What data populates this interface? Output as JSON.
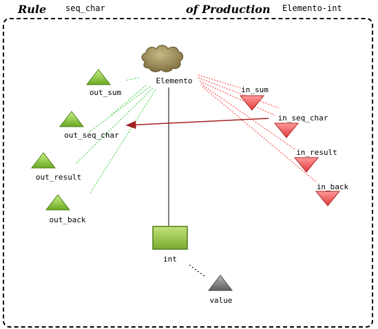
{
  "header": {
    "rule": "Rule",
    "rule_name": "seq_char",
    "of_production": "of Production",
    "production_name": "Elemento-int"
  },
  "diagram": {
    "center": {
      "label": "Elemento",
      "icon": "cloud-icon"
    },
    "outputs": [
      {
        "label": "out_sum"
      },
      {
        "label": "out_seq_char"
      },
      {
        "label": "out_result"
      },
      {
        "label": "out_back"
      }
    ],
    "inputs": [
      {
        "label": "in_sum"
      },
      {
        "label": "in_seq_char"
      },
      {
        "label": "in_result"
      },
      {
        "label": "in_back"
      }
    ],
    "int_node": {
      "label": "int"
    },
    "value_node": {
      "label": "value"
    }
  },
  "colors": {
    "out_triangle": "#8cc63f",
    "in_triangle": "#f05a5a",
    "value_triangle": "#7a7a7a",
    "int_box": "#9cc94b",
    "cloud": "#8a7a48",
    "green_dotted": "#33cc33",
    "red_dotted": "#ff3333",
    "arrow": "#a31f1f"
  }
}
